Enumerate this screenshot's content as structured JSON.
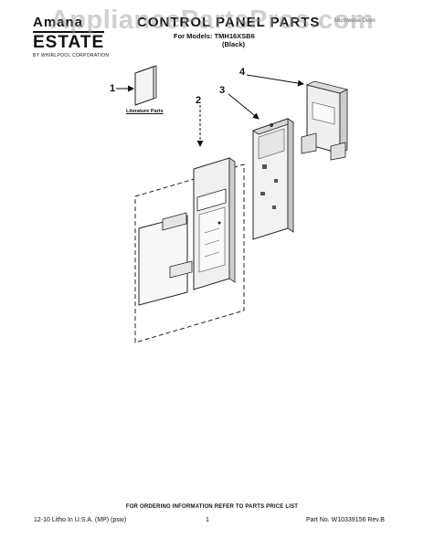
{
  "brand": {
    "top": "Amana",
    "main": "ESTATE",
    "sub": "BY WHIRLPOOL CORPORATION"
  },
  "header": {
    "title": "CONTROL PANEL PARTS",
    "models": "For Models: TMH16XSB6",
    "color": "(Black)",
    "parts_note": "Microwave Oven"
  },
  "watermark": "AppliancePartsPros.com",
  "callouts": [
    "1",
    "2",
    "3",
    "4"
  ],
  "literature_label": "Literature Parts",
  "footer": {
    "ordering_note": "FOR ORDERING INFORMATION REFER TO PARTS PRICE LIST",
    "print_info": "12-10 Litho In U.S.A. (MP) (psw)",
    "page": "1",
    "part_no": "Part No. W10339156 Rev.B"
  }
}
